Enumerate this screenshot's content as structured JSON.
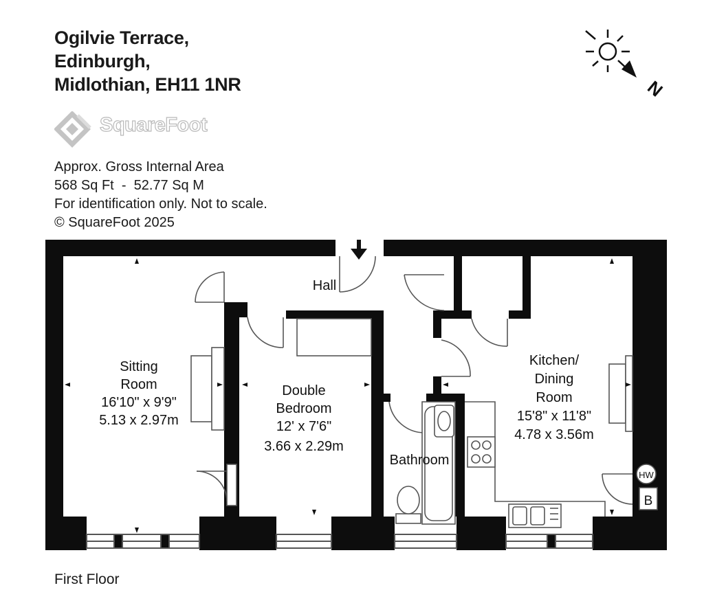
{
  "address": {
    "line1": "Ogilvie Terrace,",
    "line2": "Edinburgh,",
    "line3": "Midlothian, EH11 1NR"
  },
  "brand": {
    "name": "SquareFoot",
    "logo_icon": "squarefoot-diamond-logo"
  },
  "area_info": {
    "line1": "Approx. Gross Internal Area",
    "line2": "568 Sq Ft  -  52.77 Sq M",
    "line3": "For identification only. Not to scale.",
    "line4": "© SquareFoot 2025"
  },
  "compass": {
    "label": "N",
    "icon": "sun-compass-icon"
  },
  "rooms": {
    "hall": {
      "name": "Hall"
    },
    "sitting": {
      "name1": "Sitting",
      "name2": "Room",
      "imperial": "16'10\" x 9'9\"",
      "metric": "5.13 x 2.97m"
    },
    "bedroom": {
      "name1": "Double",
      "name2": "Bedroom",
      "imperial": "12' x 7'6\"",
      "metric": "3.66 x 2.29m"
    },
    "bathroom": {
      "name": "Bathroom"
    },
    "kitchen": {
      "name1": "Kitchen/",
      "name2": "Dining",
      "name3": "Room",
      "imperial": "15'8\" x 11'8\"",
      "metric": "4.78 x 3.56m"
    }
  },
  "fixtures": {
    "hot_water": "HW",
    "boiler": "B"
  },
  "floor_label": "First Floor",
  "colors": {
    "wall": "#0d0d0d",
    "line": "#555555"
  }
}
